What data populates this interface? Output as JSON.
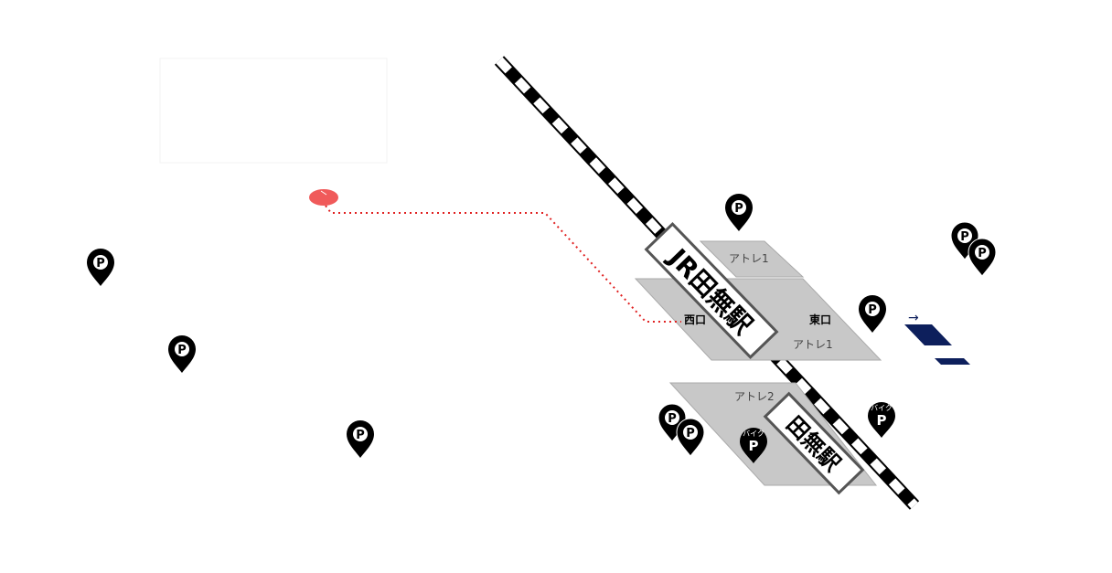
{
  "map": {
    "station_main_label": "JR田無駅",
    "station_sub_label": "田無駅",
    "exits": {
      "west": "西口",
      "east": "東口"
    },
    "buildings": {
      "atre1_top": "アトレ1",
      "atre1_main": "アトレ1",
      "atre2": "アトレ2"
    },
    "parking": {
      "car_label": "P",
      "bike_label": "バイク"
    },
    "direction_arrow": "→",
    "colors": {
      "route": "#e02020",
      "marker": "#f05a5a",
      "building": "#c8c8c8",
      "rail": "#000000",
      "pin": "#000000",
      "bus": "#0d1f5c"
    }
  }
}
